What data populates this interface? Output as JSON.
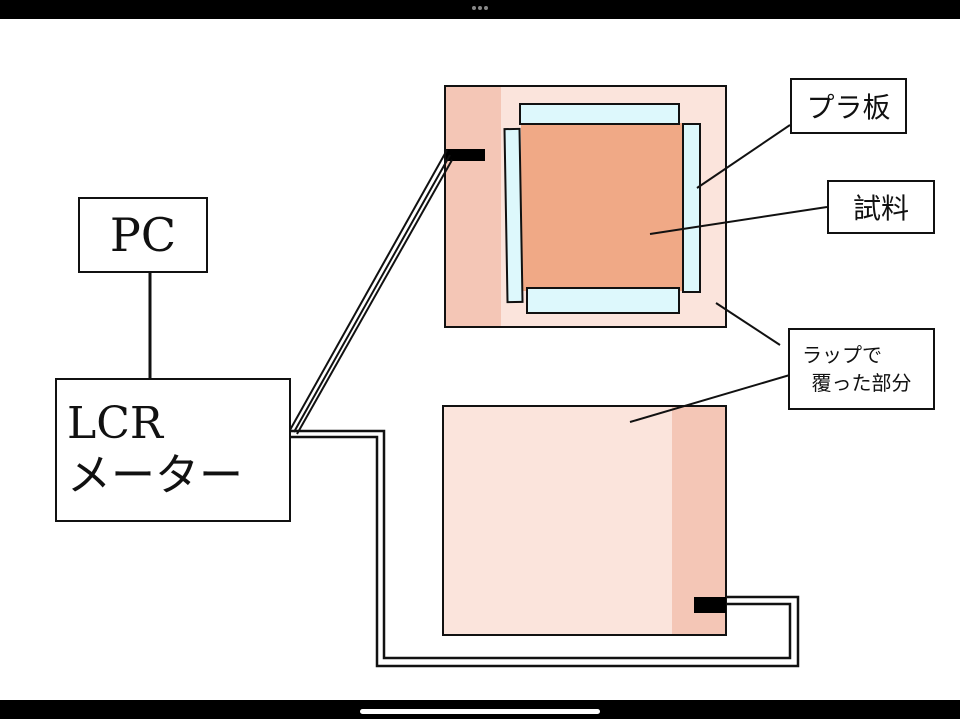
{
  "pc_label": "PC",
  "lcr": {
    "line1": "LCR",
    "line2": "メーター"
  },
  "callouts": {
    "plastic_plate": "プラ板",
    "sample": "試料",
    "wrap_line1": "ラップで",
    "wrap_line2": "覆った部分"
  },
  "colors": {
    "plate": "#FBE4DC",
    "plate_edge": "#F4C6B6",
    "sample": "#F0A986",
    "plastic": "#DDF8FC"
  }
}
